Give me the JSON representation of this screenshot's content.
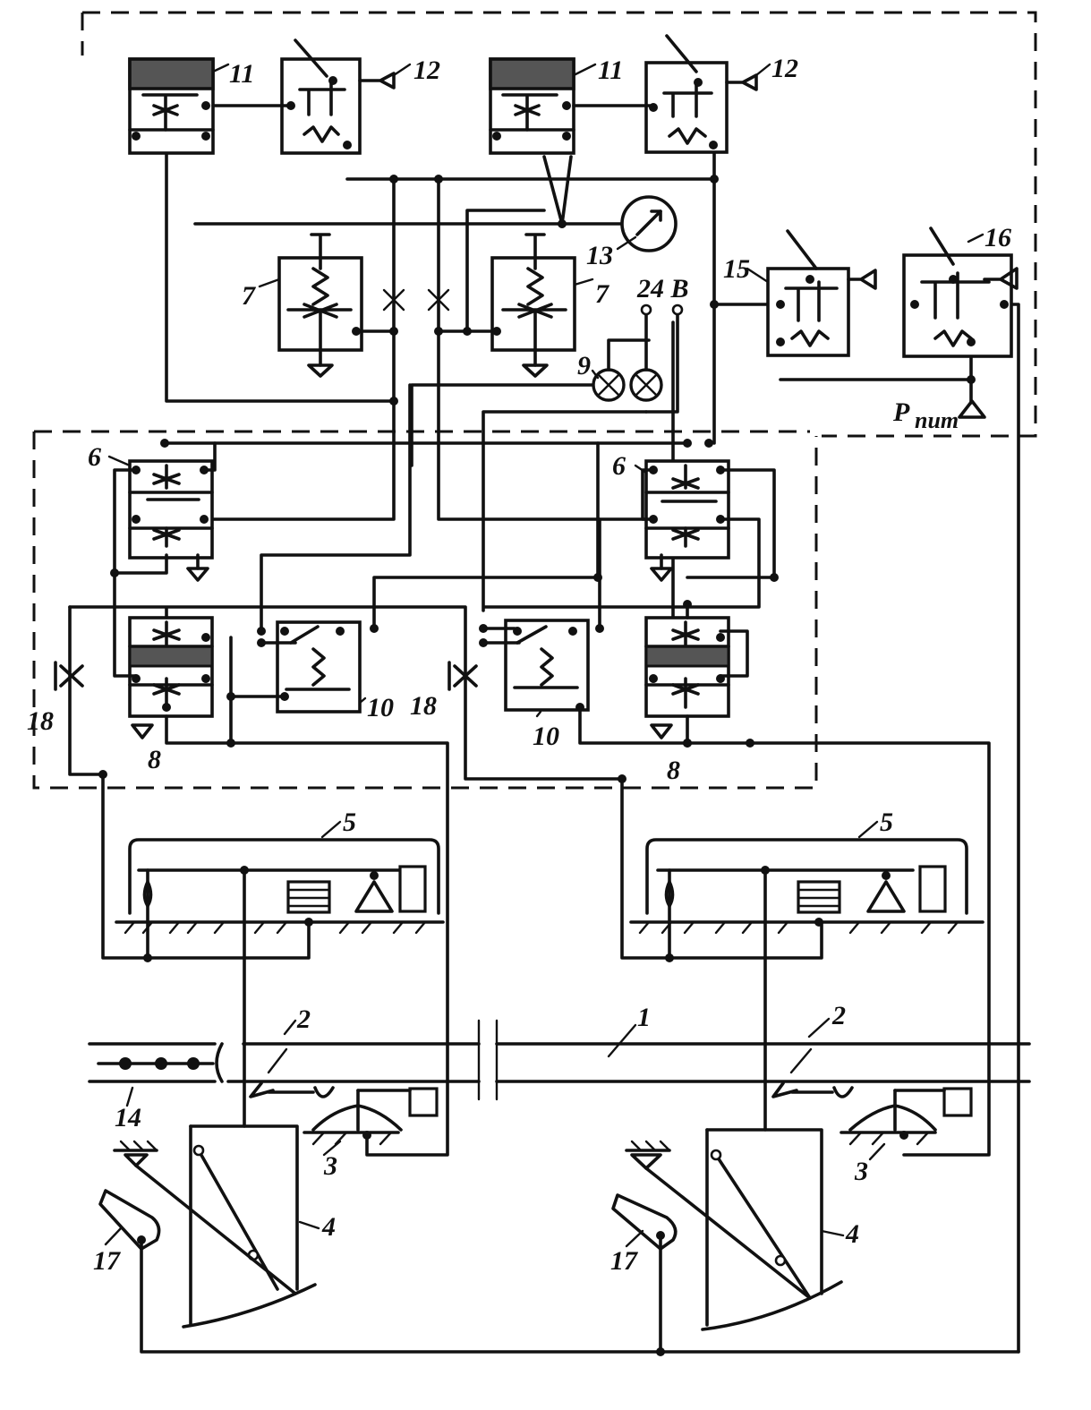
{
  "diagram": {
    "labels": {
      "l1": "1",
      "l2a": "2",
      "l2b": "2",
      "l3a": "3",
      "l3b": "3",
      "l4a": "4",
      "l4b": "4",
      "l5a": "5",
      "l5b": "5",
      "l6a": "6",
      "l6b": "6",
      "l7a": "7",
      "l7b": "7",
      "l8a": "8",
      "l8b": "8",
      "l9": "9",
      "l10a": "10",
      "l10b": "10",
      "l11a": "11",
      "l11b": "11",
      "l12a": "12",
      "l12b": "12",
      "l13": "13",
      "l14": "14",
      "l15": "15",
      "l16": "16",
      "l17a": "17",
      "l17b": "17",
      "l18a": "18",
      "l18b": "18",
      "voltage": "24 В",
      "pressure_main": "P",
      "pressure_sub": "пит"
    }
  }
}
